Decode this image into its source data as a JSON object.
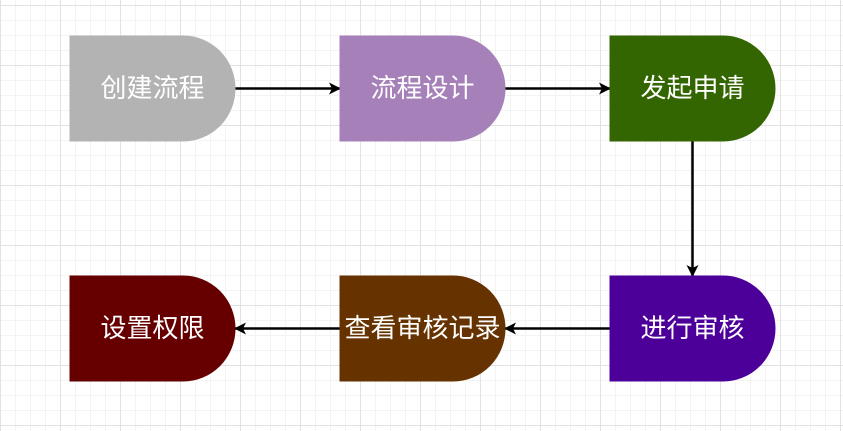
{
  "diagram": {
    "nodes": [
      {
        "id": "create-flow",
        "label": "创建流程",
        "fill": "#b3b3b3"
      },
      {
        "id": "flow-design",
        "label": "流程设计",
        "fill": "#a680b8"
      },
      {
        "id": "submit-request",
        "label": "发起申请",
        "fill": "#336600"
      },
      {
        "id": "review",
        "label": "进行审核",
        "fill": "#4c0099"
      },
      {
        "id": "view-review-records",
        "label": "查看审核记录",
        "fill": "#663300"
      },
      {
        "id": "set-permissions",
        "label": "设置权限",
        "fill": "#660000"
      }
    ],
    "edges": [
      {
        "from": "create-flow",
        "to": "flow-design"
      },
      {
        "from": "flow-design",
        "to": "submit-request"
      },
      {
        "from": "submit-request",
        "to": "review"
      },
      {
        "from": "review",
        "to": "view-review-records"
      },
      {
        "from": "view-review-records",
        "to": "set-permissions"
      }
    ],
    "edge_color": "#000000"
  }
}
